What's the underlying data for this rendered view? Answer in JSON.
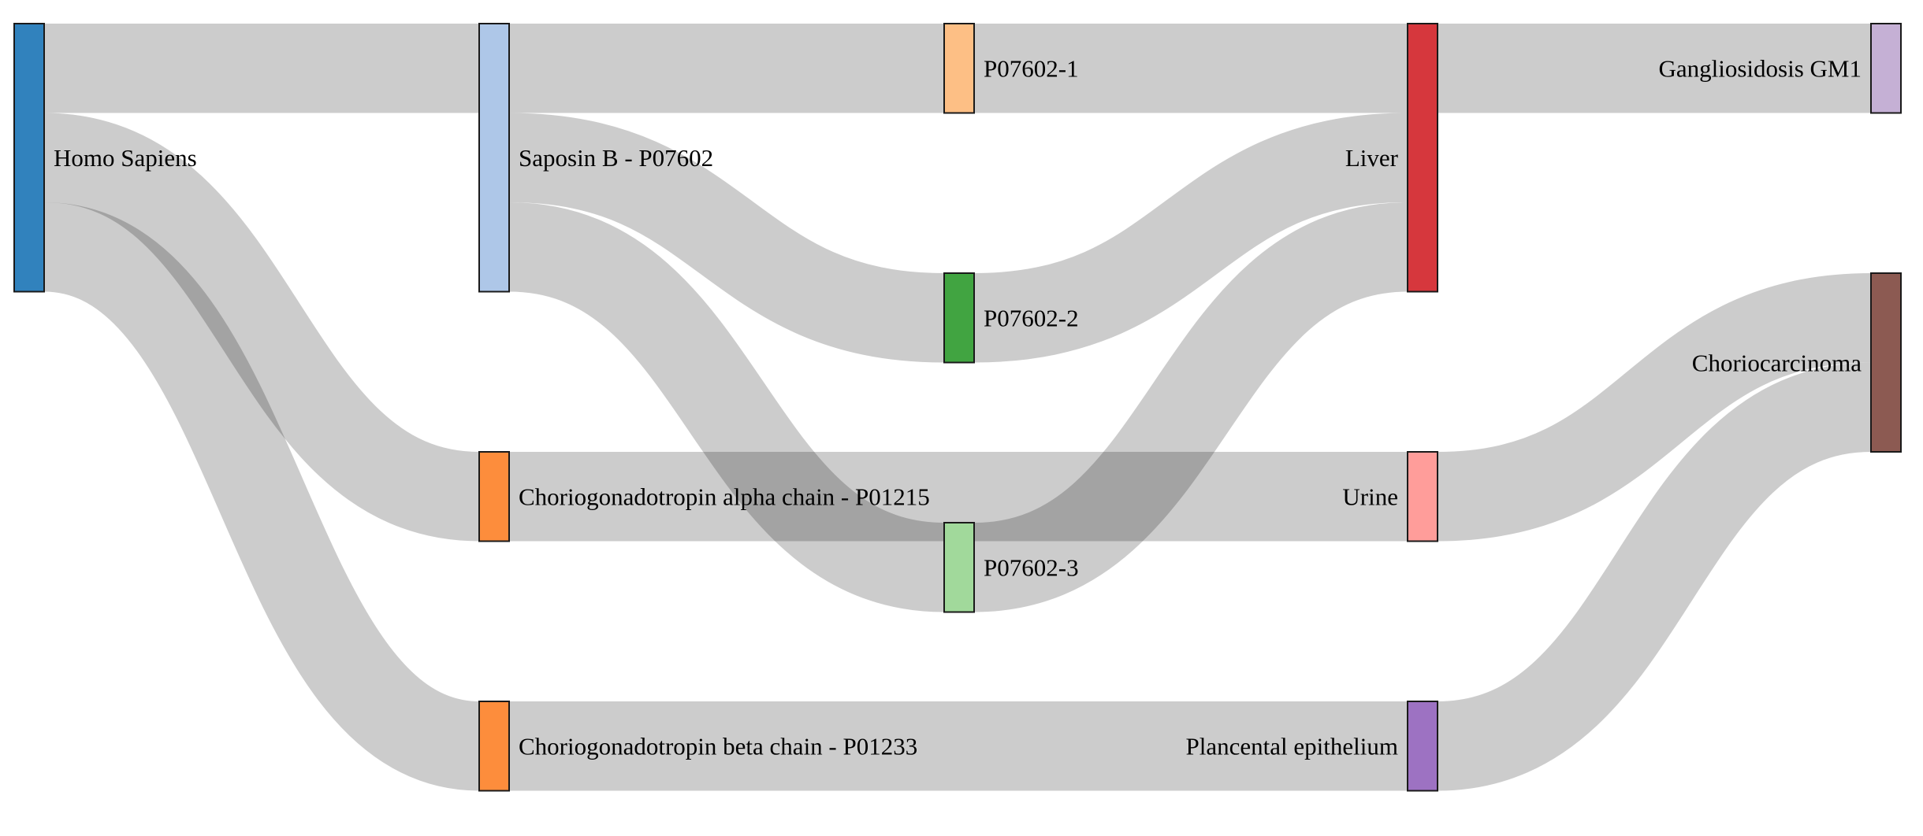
{
  "chart_data": {
    "type": "sankey",
    "title": "",
    "nodes": [
      {
        "id": "homo_sapiens",
        "label": "Homo Sapiens",
        "color": "#3182bd",
        "column": 0
      },
      {
        "id": "saposin_b",
        "label": "Saposin B - P07602",
        "color": "#aec7e8",
        "column": 1
      },
      {
        "id": "cga",
        "label": "Choriogonadotropin alpha chain - P01215",
        "color": "#fd8d3c",
        "column": 1
      },
      {
        "id": "cgb",
        "label": "Choriogonadotropin beta chain - P01233",
        "color": "#fd8d3c",
        "column": 1
      },
      {
        "id": "p07602_1",
        "label": "P07602-1",
        "color": "#fdbf85",
        "column": 2
      },
      {
        "id": "p07602_2",
        "label": "P07602-2",
        "color": "#41a441",
        "column": 2
      },
      {
        "id": "p07602_3",
        "label": "P07602-3",
        "color": "#a1d99b",
        "column": 2
      },
      {
        "id": "liver",
        "label": "Liver",
        "color": "#d6373d",
        "column": 3
      },
      {
        "id": "urine",
        "label": "Urine",
        "color": "#ff9d9a",
        "column": 3
      },
      {
        "id": "placental",
        "label": "Plancental epithelium",
        "color": "#9d72c2",
        "column": 3
      },
      {
        "id": "gm1",
        "label": "Gangliosidosis GM1",
        "color": "#c5b0d5",
        "column": 4
      },
      {
        "id": "chorio",
        "label": "Choriocarcinoma",
        "color": "#8c5a52",
        "column": 4
      }
    ],
    "links": [
      {
        "source": "homo_sapiens",
        "target": "saposin_b",
        "value": 1
      },
      {
        "source": "homo_sapiens",
        "target": "cga",
        "value": 1
      },
      {
        "source": "homo_sapiens",
        "target": "cgb",
        "value": 1
      },
      {
        "source": "saposin_b",
        "target": "p07602_1",
        "value": 1
      },
      {
        "source": "saposin_b",
        "target": "p07602_2",
        "value": 1
      },
      {
        "source": "saposin_b",
        "target": "p07602_3",
        "value": 1
      },
      {
        "source": "p07602_1",
        "target": "liver",
        "value": 1
      },
      {
        "source": "p07602_2",
        "target": "liver",
        "value": 1
      },
      {
        "source": "p07602_3",
        "target": "liver",
        "value": 1
      },
      {
        "source": "cga",
        "target": "urine",
        "value": 1
      },
      {
        "source": "cgb",
        "target": "placental",
        "value": 1
      },
      {
        "source": "liver",
        "target": "gm1",
        "value": 1
      },
      {
        "source": "urine",
        "target": "chorio",
        "value": 1
      },
      {
        "source": "placental",
        "target": "chorio",
        "value": 1
      }
    ]
  }
}
